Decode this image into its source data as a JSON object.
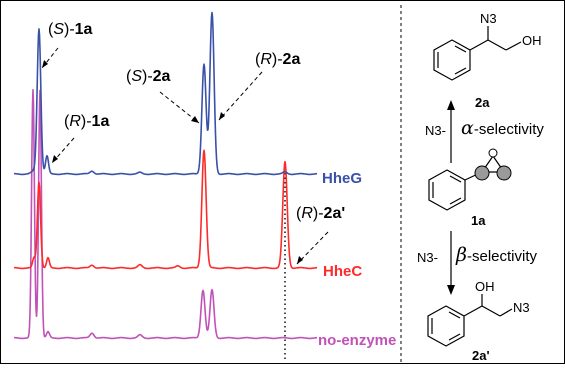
{
  "colors": {
    "hheg": "#3a51a8",
    "hhec": "#ff2a2a",
    "noenzyme": "#c052b8",
    "ink": "#000000"
  },
  "peak_labels": {
    "s1a": {
      "prefix": "(",
      "stereo": "S",
      "suffix": ")-",
      "compound": "1a"
    },
    "r1a": {
      "prefix": "(",
      "stereo": "R",
      "suffix": ")-",
      "compound": "1a"
    },
    "s2a": {
      "prefix": "(",
      "stereo": "S",
      "suffix": ")-",
      "compound": "2a"
    },
    "r2a": {
      "prefix": "(",
      "stereo": "R",
      "suffix": ")-",
      "compound": "2a"
    },
    "r2a_prime": {
      "prefix": "(",
      "stereo": "R",
      "suffix": ")-",
      "compound": "2a'"
    }
  },
  "traces": {
    "hheg": "HheG",
    "hhec": "HheC",
    "noenzyme": "no-enzyme"
  },
  "scheme": {
    "product_top": {
      "group1": "N3",
      "group2": "OH",
      "label": "2a"
    },
    "substrate": {
      "label": "1a"
    },
    "product_bottom": {
      "group1": "OH",
      "group2": "N3",
      "label": "2a'"
    },
    "reagent_top": "N3-",
    "reagent_bottom": "N3-",
    "alpha": {
      "greek": "α",
      "text": "-selectivity"
    },
    "beta": {
      "greek": "β",
      "text": "-selectivity"
    }
  }
}
